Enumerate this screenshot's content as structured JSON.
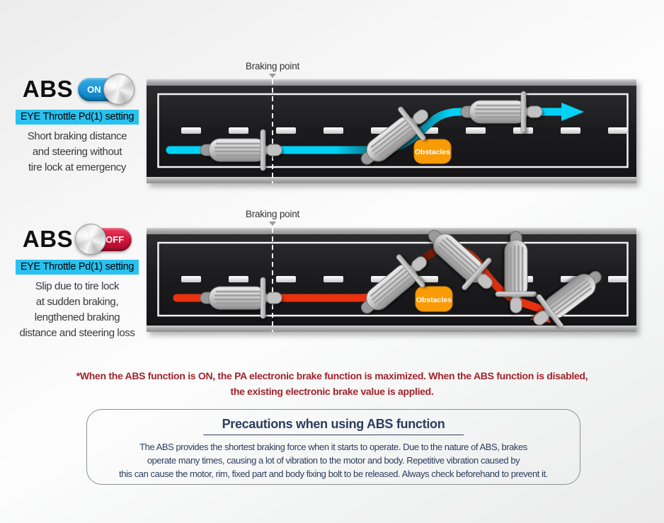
{
  "abs_on": {
    "heading": "ABS",
    "toggle_state": "ON",
    "setting_label": "EYE Throttle Pd(1) setting",
    "description": "Short braking distance\nand steering without\ntire lock at emergency"
  },
  "abs_off": {
    "heading": "ABS",
    "toggle_state": "OFF",
    "setting_label": "EYE Throttle Pd(1) setting",
    "description": "Slip due to tire lock\nat sudden braking,\nlengthened braking\ndistance and steering loss"
  },
  "roads": {
    "braking_point_label": "Braking point",
    "obstacles_label": "Obstacles"
  },
  "note": {
    "text": "*When the ABS function is ON, the PA electronic brake function is maximized. When the ABS function is disabled,\nthe existing electronic brake value is applied."
  },
  "precautions": {
    "title": "Precautions when using ABS function",
    "body": "The ABS provides the shortest braking force when it starts to operate. Due to the nature of ABS, brakes\noperate many times, causing a lot of vibration to the motor and body. Repetitive vibration caused by\nthis can cause the motor, rim, fixed part and body fixing bolt to be released. Always check beforehand to prevent it."
  },
  "colors": {
    "trail_on": "#00d2f5",
    "trail_off": "#e93110",
    "obstacle_badge": "#f99b05",
    "setting_highlight": "#29c1ef",
    "toggle_on": "#1694d6",
    "toggle_off": "#d31238",
    "note_text": "#a2232a",
    "precaution_text": "#2c3d5e"
  }
}
